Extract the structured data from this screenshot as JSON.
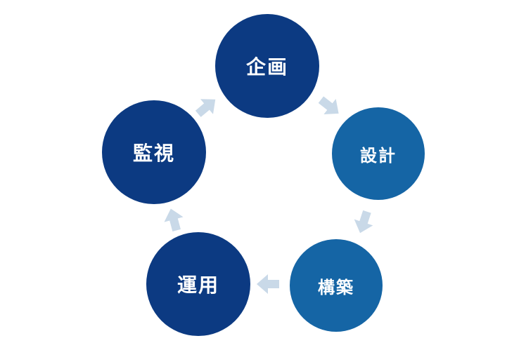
{
  "diagram": {
    "nodes": [
      {
        "id": "planning",
        "label": "企画",
        "color": "#0c3a82"
      },
      {
        "id": "design",
        "label": "設計",
        "color": "#1565a5"
      },
      {
        "id": "build",
        "label": "構築",
        "color": "#1565a5"
      },
      {
        "id": "operation",
        "label": "運用",
        "color": "#0c3a82"
      },
      {
        "id": "monitoring",
        "label": "監視",
        "color": "#0c3a82"
      }
    ],
    "arrow_color": "#c9d9e8",
    "arrow_icon": "arrow-right-icon"
  }
}
